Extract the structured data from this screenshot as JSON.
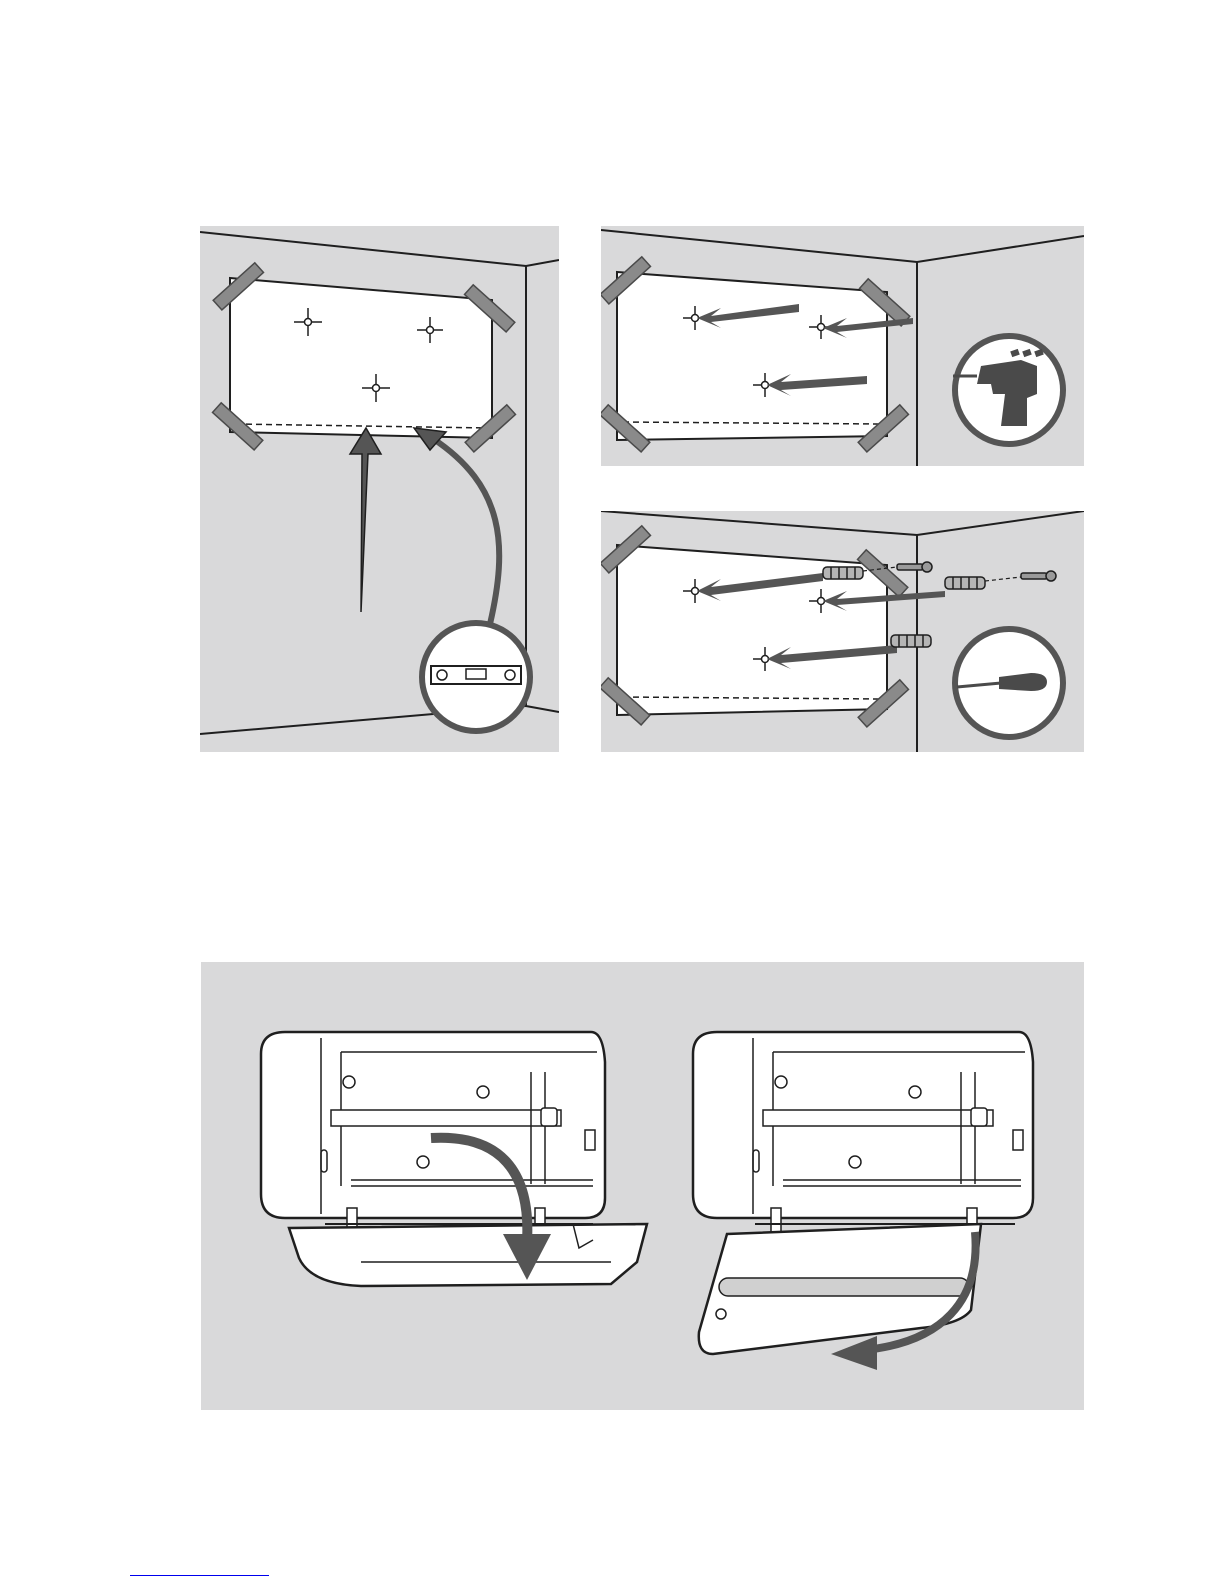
{
  "figure": {
    "panels": [
      {
        "id": "template-level",
        "tool_icon": "spirit-level-icon",
        "marks": 3
      },
      {
        "id": "drill-holes",
        "tool_icon": "cordless-drill-icon",
        "marks": 3
      },
      {
        "id": "anchors-screws",
        "tool_icon": "screwdriver-icon",
        "marks": 3
      },
      {
        "id": "open-front-panel",
        "steps": [
          "lower-panel",
          "swing-panel-out"
        ]
      }
    ]
  },
  "colors": {
    "panel_bg": "#d9d9da",
    "line": "#1f1f1f",
    "tape": "#8a8a8a",
    "arrow": "#555555",
    "paper": "#ffffff"
  },
  "footnote": {
    "link_rule": true
  }
}
